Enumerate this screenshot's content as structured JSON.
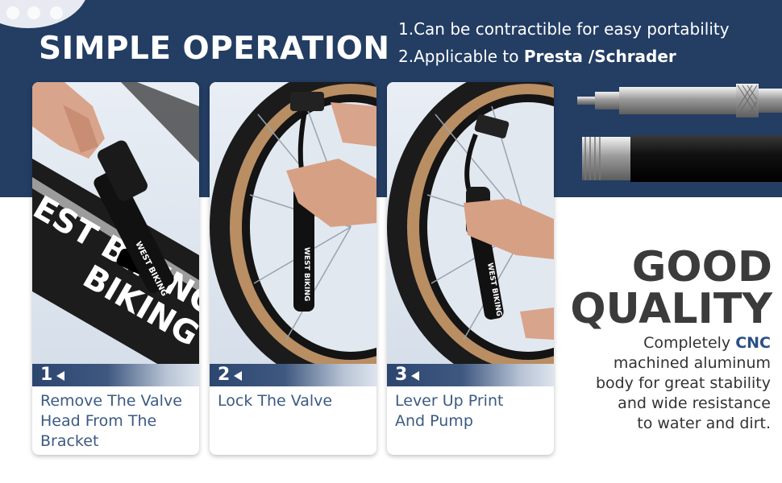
{
  "header": {
    "title": "SIMPLE OPERATION",
    "feature_1": "1.Can be contractible for easy portability",
    "feature_2_prefix": "2.Applicable to ",
    "feature_2_bold": "Presta /Schrader"
  },
  "steps": [
    {
      "number": "1",
      "text": "Remove The Valve\nHead From The\nBracket"
    },
    {
      "number": "2",
      "text": "Lock The Valve"
    },
    {
      "number": "3",
      "text": "Lever Up Print\nAnd Pump"
    }
  ],
  "photos": {
    "frame_lettering_1": "EST BIKING",
    "frame_lettering_2": "BIKING",
    "pump_brand": "WEST BIKING"
  },
  "quality": {
    "title_line_1": "GOOD",
    "title_line_2": "QUALITY",
    "desc_prefix": "Completely ",
    "desc_highlight": "CNC",
    "desc_line_2": "machined aluminum",
    "desc_line_3": "body for great stability",
    "desc_line_4": "and wide resistance",
    "desc_line_5": "to water and dirt."
  },
  "colors": {
    "banner": "#233d63",
    "step_text": "#3c5a83",
    "highlight": "#2b4f87"
  }
}
